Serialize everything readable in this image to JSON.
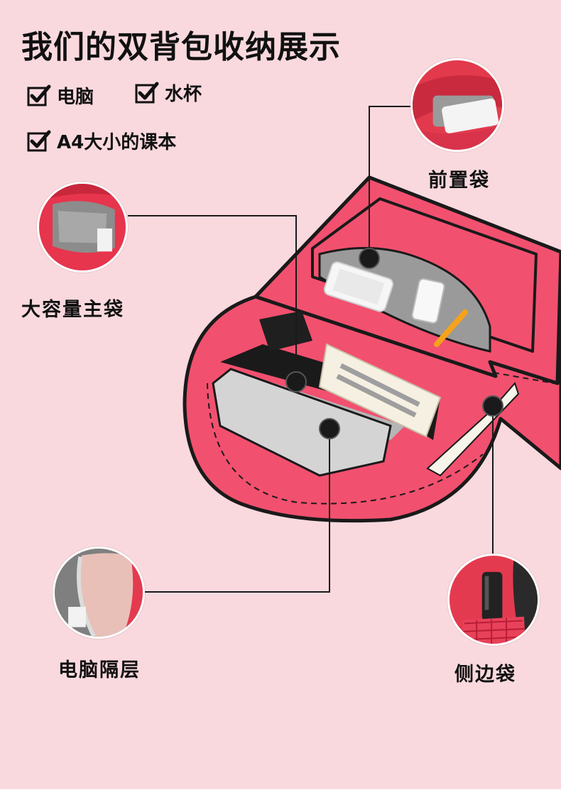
{
  "title": "我们的双背包收纳展示",
  "features": [
    {
      "label": "电脑",
      "icon": "checkbox-checked-icon"
    },
    {
      "label": "水杯",
      "icon": "checkbox-checked-icon"
    },
    {
      "label": "A4大小的课本",
      "icon": "checkbox-checked-icon"
    }
  ],
  "callouts": {
    "front_pocket": "前置袋",
    "main_pocket": "大容量主袋",
    "laptop_layer": "电脑隔层",
    "side_pocket": "侧边袋"
  },
  "colors": {
    "background": "#f9d9de",
    "backpack": "#f2506f",
    "outline": "#1a1a1a",
    "text": "#111111"
  }
}
